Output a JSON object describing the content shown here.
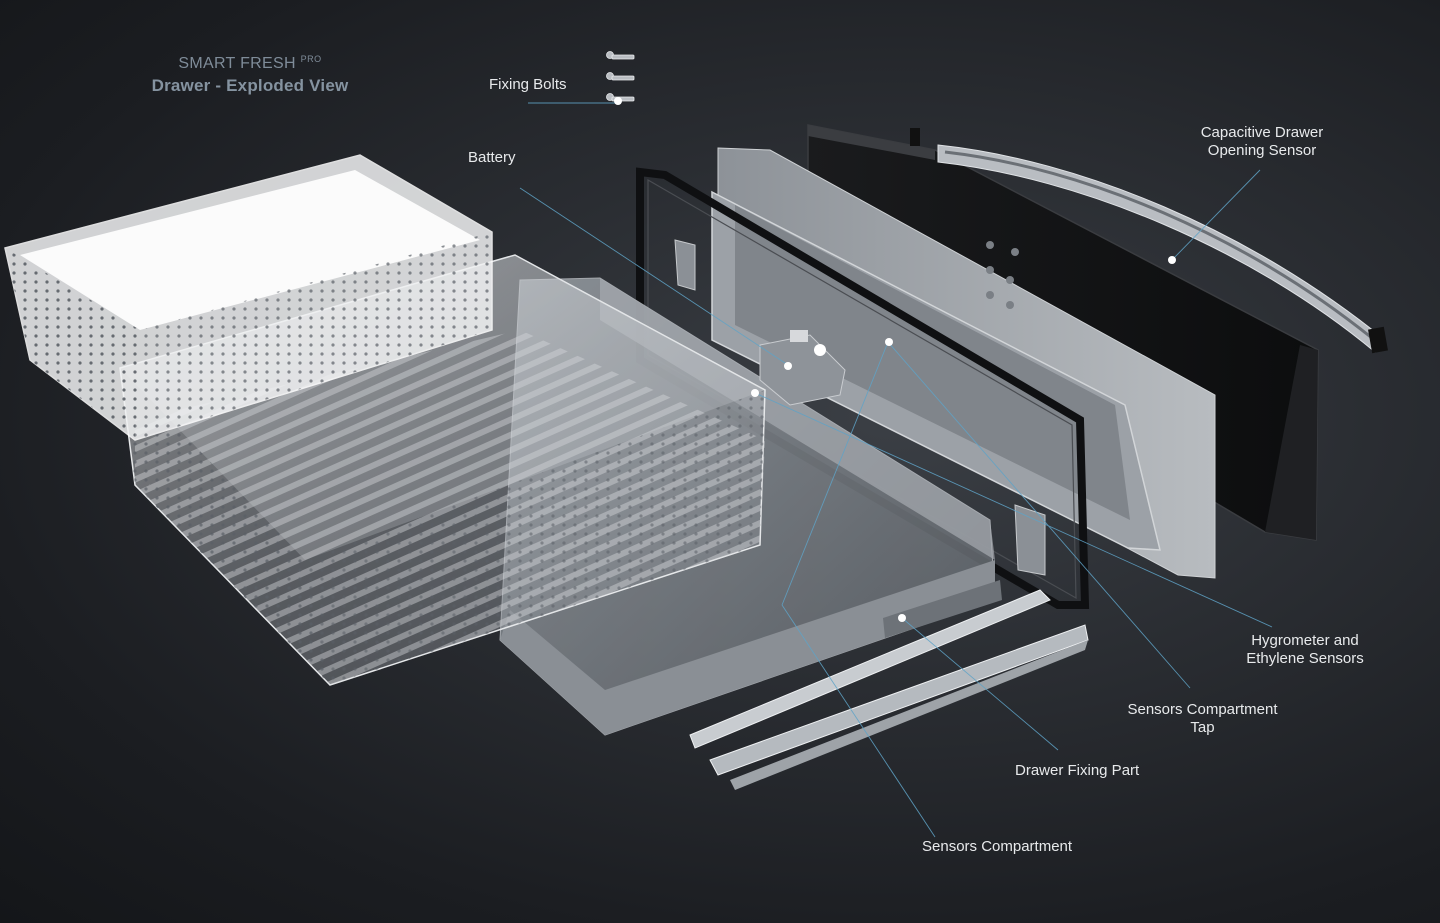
{
  "title": {
    "brand": "SMART FRESH",
    "brand_sup": "PRO",
    "subtitle": "Drawer - Exploded View"
  },
  "labels": {
    "fixing_bolts": "Fixing Bolts",
    "battery": "Battery",
    "capacitive_line1": "Capacitive Drawer",
    "capacitive_line2": "Opening Sensor",
    "hygrometer_line1": "Hygrometer and",
    "hygrometer_line2": "Ethylene Sensors",
    "tap_line1": "Sensors Compartment",
    "tap_line2": "Tap",
    "drawer_fixing": "Drawer Fixing Part",
    "sensors_compartment": "Sensors Compartment"
  },
  "colors": {
    "leader_line": "#5fa3c7",
    "background": "#22252a",
    "title": "#7f8c99"
  }
}
